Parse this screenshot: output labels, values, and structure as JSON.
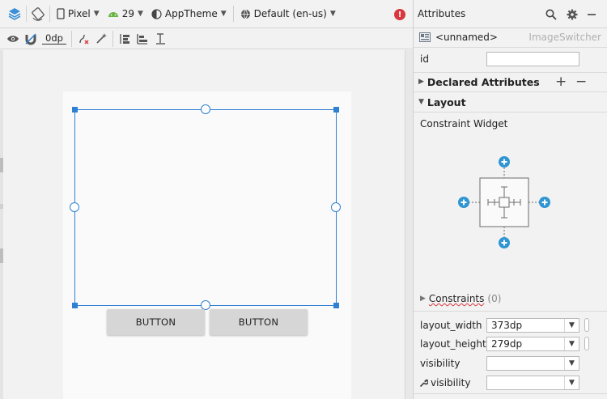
{
  "toolbar": {
    "device": "Pixel",
    "api_level": "29",
    "theme": "AppTheme",
    "locale": "Default (en-us)",
    "margin": "0dp"
  },
  "canvas": {
    "button1_label": "BUTTON",
    "button2_label": "BUTTON"
  },
  "attributes": {
    "title": "Attributes",
    "component_name": "<unnamed>",
    "component_type": "ImageSwitcher",
    "id_label": "id",
    "id_value": "",
    "declared_attributes": "Declared Attributes",
    "layout_section": "Layout",
    "constraint_widget": "Constraint Widget",
    "constraints_label": "Constraints",
    "constraints_count": "(0)",
    "layout_width_label": "layout_width",
    "layout_width_value": "373dp",
    "layout_height_label": "layout_height",
    "layout_height_value": "279dp",
    "visibility_label": "visibility",
    "visibility_value": "",
    "tools_visibility_label": "visibility",
    "tools_visibility_value": ""
  },
  "colors": {
    "accent": "#2f7fd3",
    "constraint_plus": "#2f95d3",
    "error": "#d9363e",
    "android_green": "#6ab344"
  }
}
